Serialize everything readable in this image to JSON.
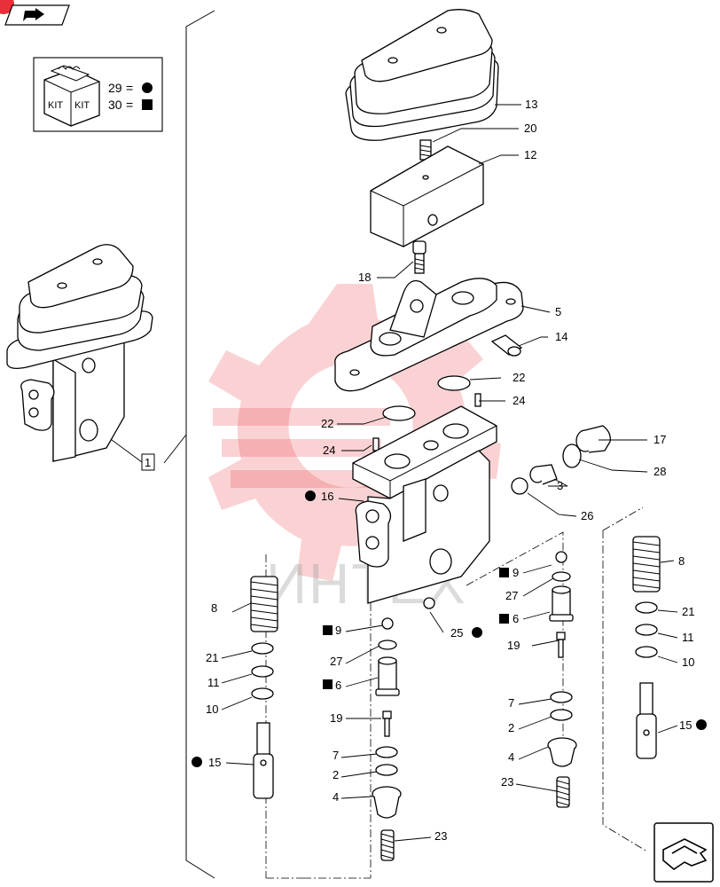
{
  "nav": {
    "back_icon": "arrow-back-icon",
    "forward_icon": "next-page-icon"
  },
  "kit_legend": {
    "kit_word_left": "KIT",
    "kit_word_right": "KIT",
    "entries": [
      {
        "number": "29",
        "symbol": "=",
        "marker": "circle"
      },
      {
        "number": "30",
        "symbol": "=",
        "marker": "square"
      }
    ]
  },
  "overview_callout": "1",
  "watermark": "ИНТЕХ",
  "callouts": [
    {
      "id": "13",
      "text": "13"
    },
    {
      "id": "20",
      "text": "20"
    },
    {
      "id": "12",
      "text": "12"
    },
    {
      "id": "18",
      "text": "18"
    },
    {
      "id": "5",
      "text": "5"
    },
    {
      "id": "14",
      "text": "14"
    },
    {
      "id": "22a",
      "text": "22"
    },
    {
      "id": "24a",
      "text": "24"
    },
    {
      "id": "22b",
      "text": "22"
    },
    {
      "id": "24b",
      "text": "24"
    },
    {
      "id": "17",
      "text": "17"
    },
    {
      "id": "28",
      "text": "28"
    },
    {
      "id": "3",
      "text": "3"
    },
    {
      "id": "16",
      "text": "16",
      "marker": "circle"
    },
    {
      "id": "26",
      "text": "26"
    },
    {
      "id": "8a",
      "text": "8"
    },
    {
      "id": "8b",
      "text": "8"
    },
    {
      "id": "9a",
      "text": "9",
      "marker": "square"
    },
    {
      "id": "27a",
      "text": "27"
    },
    {
      "id": "6a",
      "text": "6",
      "marker": "square"
    },
    {
      "id": "25",
      "text": "25",
      "marker": "circle"
    },
    {
      "id": "19a",
      "text": "19"
    },
    {
      "id": "21a",
      "text": "21"
    },
    {
      "id": "11a",
      "text": "11"
    },
    {
      "id": "10a",
      "text": "10"
    },
    {
      "id": "21b",
      "text": "21"
    },
    {
      "id": "11b",
      "text": "11"
    },
    {
      "id": "10b",
      "text": "10"
    },
    {
      "id": "9b",
      "text": "9",
      "marker": "square"
    },
    {
      "id": "27b",
      "text": "27"
    },
    {
      "id": "6b",
      "text": "6",
      "marker": "square"
    },
    {
      "id": "19b",
      "text": "19"
    },
    {
      "id": "7a",
      "text": "7"
    },
    {
      "id": "2a",
      "text": "2"
    },
    {
      "id": "4a",
      "text": "4"
    },
    {
      "id": "7b",
      "text": "7"
    },
    {
      "id": "2b",
      "text": "2"
    },
    {
      "id": "4b",
      "text": "4"
    },
    {
      "id": "15a",
      "text": "15",
      "marker": "circle"
    },
    {
      "id": "15b",
      "text": "15",
      "marker": "circle"
    },
    {
      "id": "23a",
      "text": "23"
    },
    {
      "id": "23b",
      "text": "23"
    }
  ]
}
